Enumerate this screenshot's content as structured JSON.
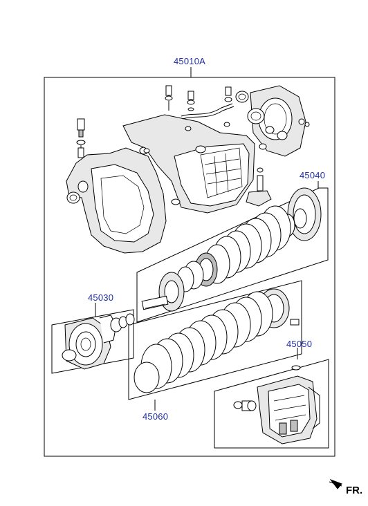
{
  "callouts": {
    "assembly": "45010A",
    "clutch_kit": "45040",
    "pump_kit": "45030",
    "valve_body_kit": "45050",
    "disc_kit": "45060"
  },
  "direction_label": "FR.",
  "colors": {
    "callout_text": "#1f2fa8",
    "outline": "#000000",
    "background": "#ffffff"
  }
}
